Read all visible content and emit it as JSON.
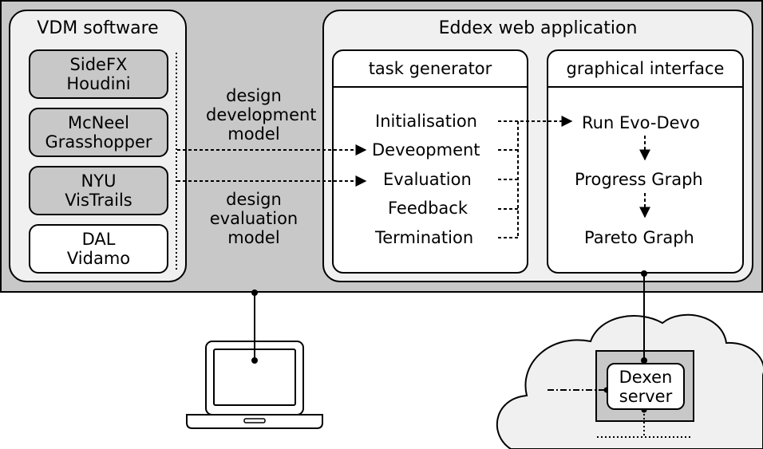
{
  "vdm": {
    "title": "VDM software",
    "tools": [
      {
        "label": "SideFX\nHoudini",
        "style": "grey"
      },
      {
        "label": "McNeel\nGrasshopper",
        "style": "grey"
      },
      {
        "label": "NYU\nVisTrails",
        "style": "grey"
      },
      {
        "label": "DAL\nVidamo",
        "style": "white"
      }
    ]
  },
  "models": {
    "development": "design\ndevelopment\nmodel",
    "evaluation": "design\nevaluation\nmodel"
  },
  "eddex": {
    "title": "Eddex web application",
    "task_generator": {
      "header": "task generator",
      "items": [
        "Initialisation",
        "Deveopment",
        "Evaluation",
        "Feedback",
        "Termination"
      ]
    },
    "graphical_interface": {
      "header": "graphical interface",
      "items": [
        "Run Evo-Devo",
        "Progress Graph",
        "Pareto Graph"
      ]
    }
  },
  "server": {
    "label": "Dexen\nserver"
  }
}
